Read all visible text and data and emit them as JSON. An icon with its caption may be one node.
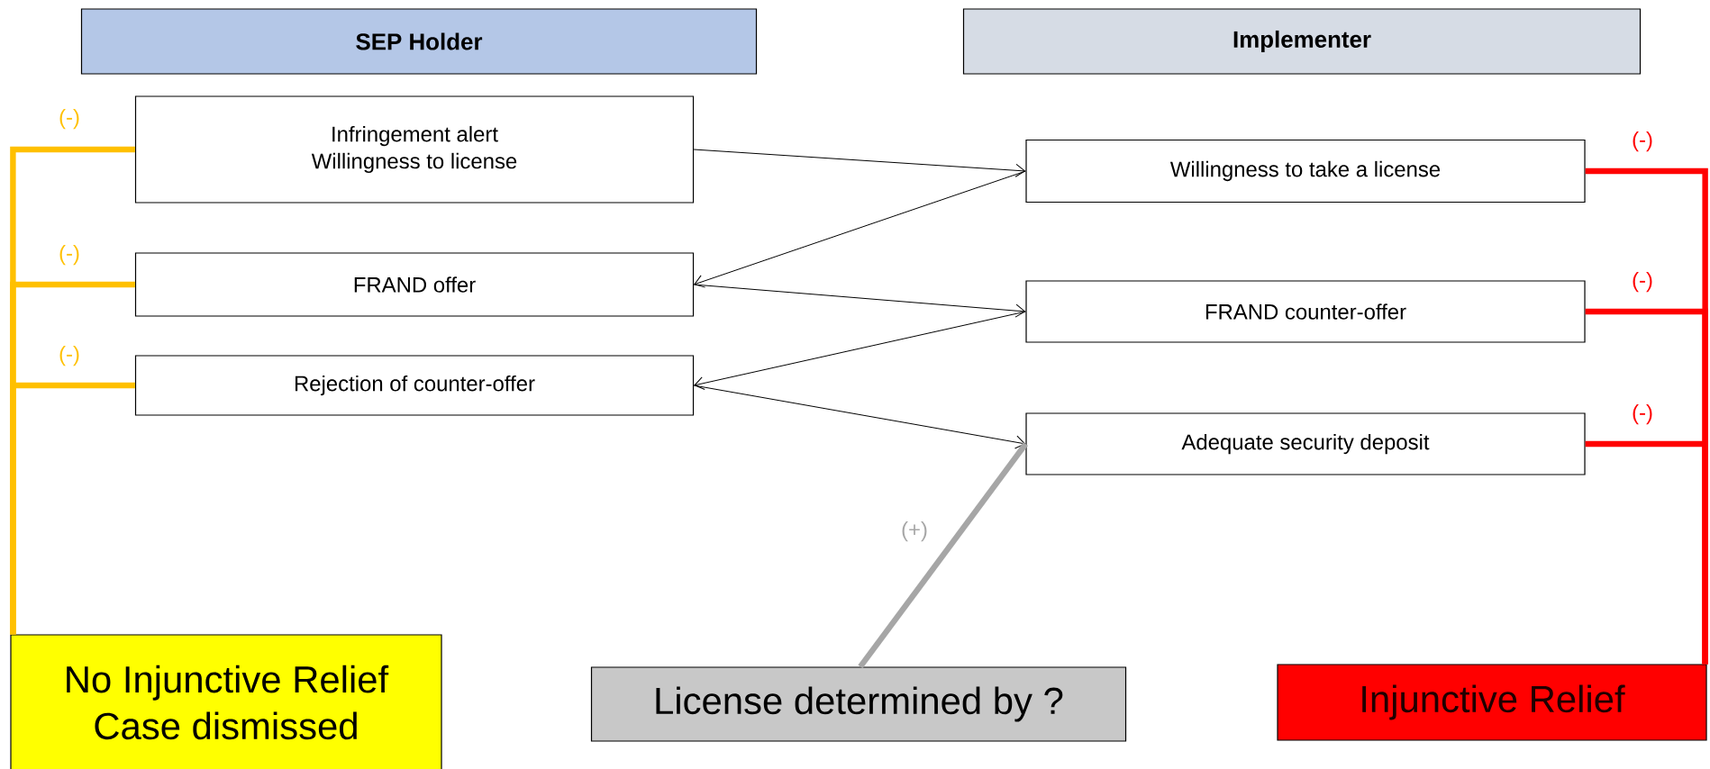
{
  "diagram": {
    "nodes": [
      {
        "text": [
          "SEP Holder"
        ]
      },
      {
        "text": [
          "Implementer"
        ]
      },
      {
        "text": [
          "Infringement alert",
          "Willingness to license"
        ]
      },
      {
        "text": [
          "FRAND offer"
        ]
      },
      {
        "text": [
          "Rejection of counter-offer"
        ]
      },
      {
        "text": [
          "Willingness to take a license"
        ]
      },
      {
        "text": [
          "FRAND counter-offer"
        ]
      },
      {
        "text": [
          "Adequate security deposit"
        ]
      },
      {
        "text": [
          "No Injunctive Relief",
          "Case dismissed"
        ]
      },
      {
        "text": [
          "License determined by ?"
        ]
      },
      {
        "text": [
          "Injunctive Relief"
        ]
      }
    ],
    "edges": [
      {
        "from": 2,
        "to": 5,
        "arrow": "to",
        "color": "#000000"
      },
      {
        "from": 5,
        "to": 3,
        "arrow": "to",
        "color": "#000000"
      },
      {
        "from": 3,
        "to": 6,
        "arrow": "to",
        "color": "#000000"
      },
      {
        "from": 6,
        "to": 4,
        "arrow": "to",
        "color": "#000000"
      },
      {
        "from": 4,
        "to": 7,
        "arrow": "to",
        "color": "#000000"
      },
      {
        "from": 9,
        "to": 7,
        "arrow": "none",
        "label": "(+)",
        "color": "#a6a6a6"
      },
      {
        "from": 2,
        "to": 8,
        "arrow": "none",
        "label": "(-)",
        "color": "#ffc000"
      },
      {
        "from": 3,
        "to": 8,
        "arrow": "none",
        "label": "(-)",
        "color": "#ffc000"
      },
      {
        "from": 4,
        "to": 8,
        "arrow": "none",
        "label": "(-)",
        "color": "#ffc000"
      },
      {
        "from": 5,
        "to": 10,
        "arrow": "none",
        "label": "(-)",
        "color": "#ff0000"
      },
      {
        "from": 6,
        "to": 10,
        "arrow": "none",
        "label": "(-)",
        "color": "#ff0000"
      },
      {
        "from": 7,
        "to": 10,
        "arrow": "none",
        "label": "(-)",
        "color": "#ff0000"
      }
    ]
  }
}
